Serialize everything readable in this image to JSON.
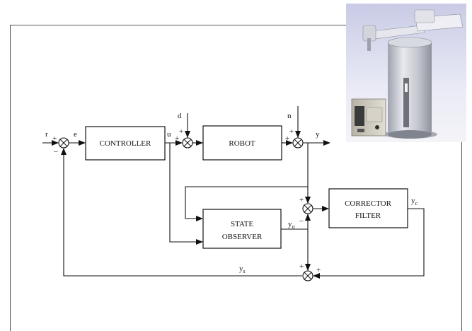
{
  "blocks": {
    "controller": "CONTROLLER",
    "robot": "ROBOT",
    "observer_line1": "STATE",
    "observer_line2": "OBSERVER",
    "corrector_line1": "CORRECTOR",
    "corrector_line2": "FILTER"
  },
  "signals": {
    "r": "r",
    "e": "e",
    "u": "u",
    "d": "d",
    "n": "n",
    "y": "y",
    "yo_base": "y",
    "yo_sub": "o",
    "yc_base": "y",
    "yc_sub": "c",
    "ys_base": "y",
    "ys_sub": "s"
  },
  "signs": {
    "plus": "+",
    "minus": "–"
  },
  "photo": {
    "subject": "robot-arm-and-controller-photo"
  }
}
